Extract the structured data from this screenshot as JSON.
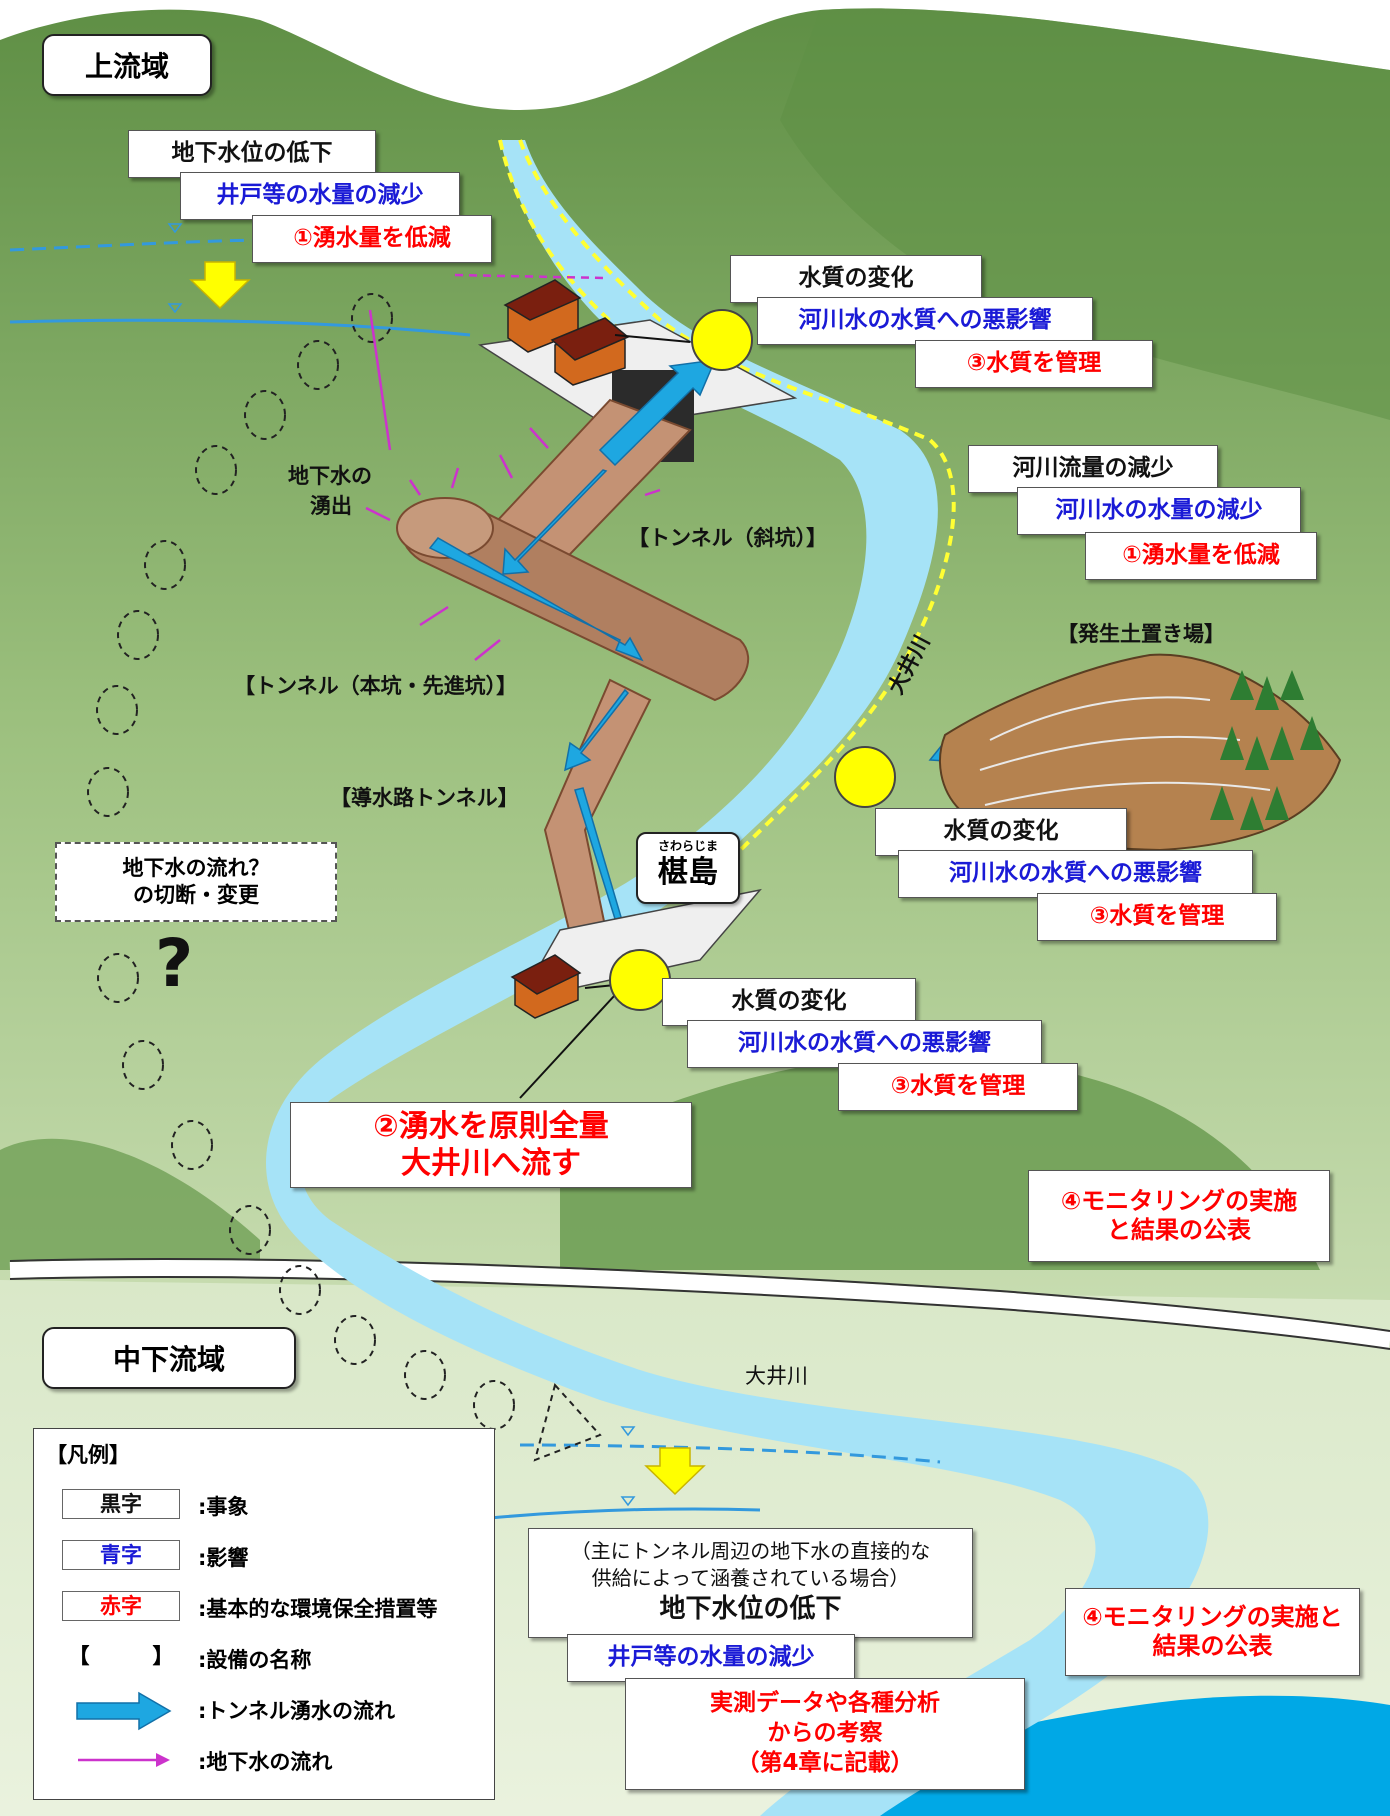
{
  "regions": {
    "upstream": "上流域",
    "downstream": "中下流域"
  },
  "upper_left": {
    "event": "地下水位の低下",
    "impact": "井戸等の水量の減少",
    "measure": "①湧水量を低減"
  },
  "top_right": {
    "event": "水質の変化",
    "impact": "河川水の水質への悪影響",
    "measure": "③水質を管理"
  },
  "river_flow": {
    "event": "河川流量の減少",
    "impact": "河川水の水量の減少",
    "measure": "①湧水量を低減"
  },
  "spoil_site": {
    "name": "【発生土置き場】",
    "event": "水質の変化",
    "impact": "河川水の水質への悪影響",
    "measure": "③水質を管理"
  },
  "sawarajima": {
    "ruby": "さわらじま",
    "name": "椹島",
    "event": "水質の変化",
    "impact": "河川水の水質への悪影響",
    "measure": "③水質を管理"
  },
  "labels": {
    "groundwater_outflow_1": "地下水の",
    "groundwater_outflow_2": "湧出",
    "tunnel_incline": "【トンネル（斜坑）】",
    "tunnel_main": "【トンネル（本坑・先進坑）】",
    "tunnel_conduit": "【導水路トンネル】",
    "river_upper": "大井川",
    "river_lower": "大井川",
    "flow_question_1": "地下水の流れ？",
    "flow_question_2": "の切断・変更",
    "question_mark": "?"
  },
  "main_measure": {
    "line1": "②湧水を原則全量",
    "line2": "大井川へ流す"
  },
  "monitoring_upper": {
    "line1": "④モニタリングの実施",
    "line2": "と結果の公表"
  },
  "monitoring_lower": {
    "line1": "④モニタリングの実施と",
    "line2": "結果の公表"
  },
  "lower_basin": {
    "note_1": "（主にトンネル周辺の地下水の直接的な",
    "note_2": "供給によって涵養されている場合）",
    "event": "地下水位の低下",
    "impact": "井戸等の水量の減少",
    "consideration_1": "実測データや各種分析",
    "consideration_2": "からの考察",
    "consideration_3": "（第4章に記載）"
  },
  "legend": {
    "title": "【凡例】",
    "items": [
      {
        "key": "黒字",
        "desc": ":事象"
      },
      {
        "key": "青字",
        "desc": ":影響"
      },
      {
        "key": "赤字",
        "desc": ":基本的な環境保全措置等"
      },
      {
        "key": "【　　　】",
        "desc": ":設備の名称"
      },
      {
        "key": "",
        "desc": ":トンネル湧水の流れ"
      },
      {
        "key": "",
        "desc": ":地下水の流れ"
      }
    ]
  },
  "colors": {
    "event_text": "#111111",
    "impact_text": "#1a1ad6",
    "measure_text": "#ff0000",
    "river": "#a6e3f7",
    "tunnel_flow_arrow": "#1ea7e1",
    "groundwater_arrow": "#cc33cc",
    "mountain_dark": "#6f9f55",
    "mountain_light": "#c8dcb0",
    "discharge_point": "#ffff00"
  }
}
